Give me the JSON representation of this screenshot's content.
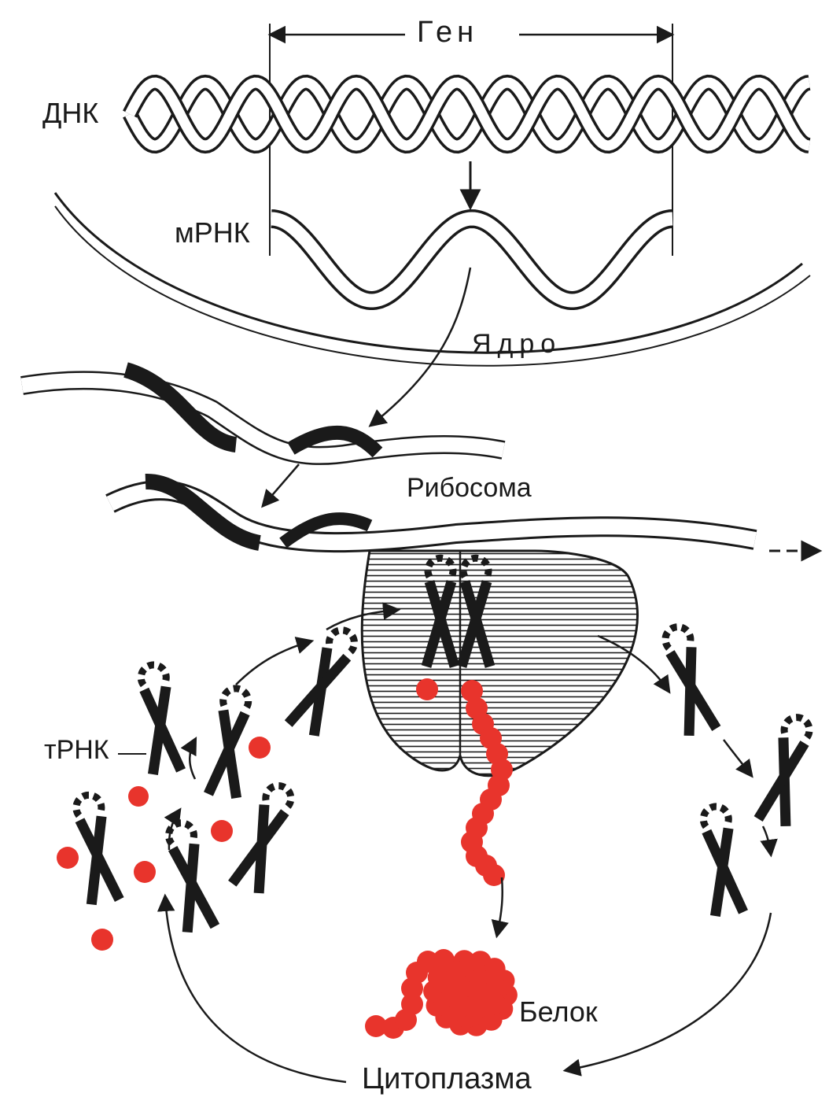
{
  "labels": {
    "gene": "Ген",
    "dna": "ДНК",
    "mrna": "мРНК",
    "nucleus": "Ядро",
    "ribosome": "Рибосома",
    "trna": "тРНК",
    "protein": "Белок",
    "cytoplasm": "Цитоплазма"
  },
  "colors": {
    "ink": "#1a1a1a",
    "amino_acid": "#e8342c",
    "background": "#ffffff"
  }
}
